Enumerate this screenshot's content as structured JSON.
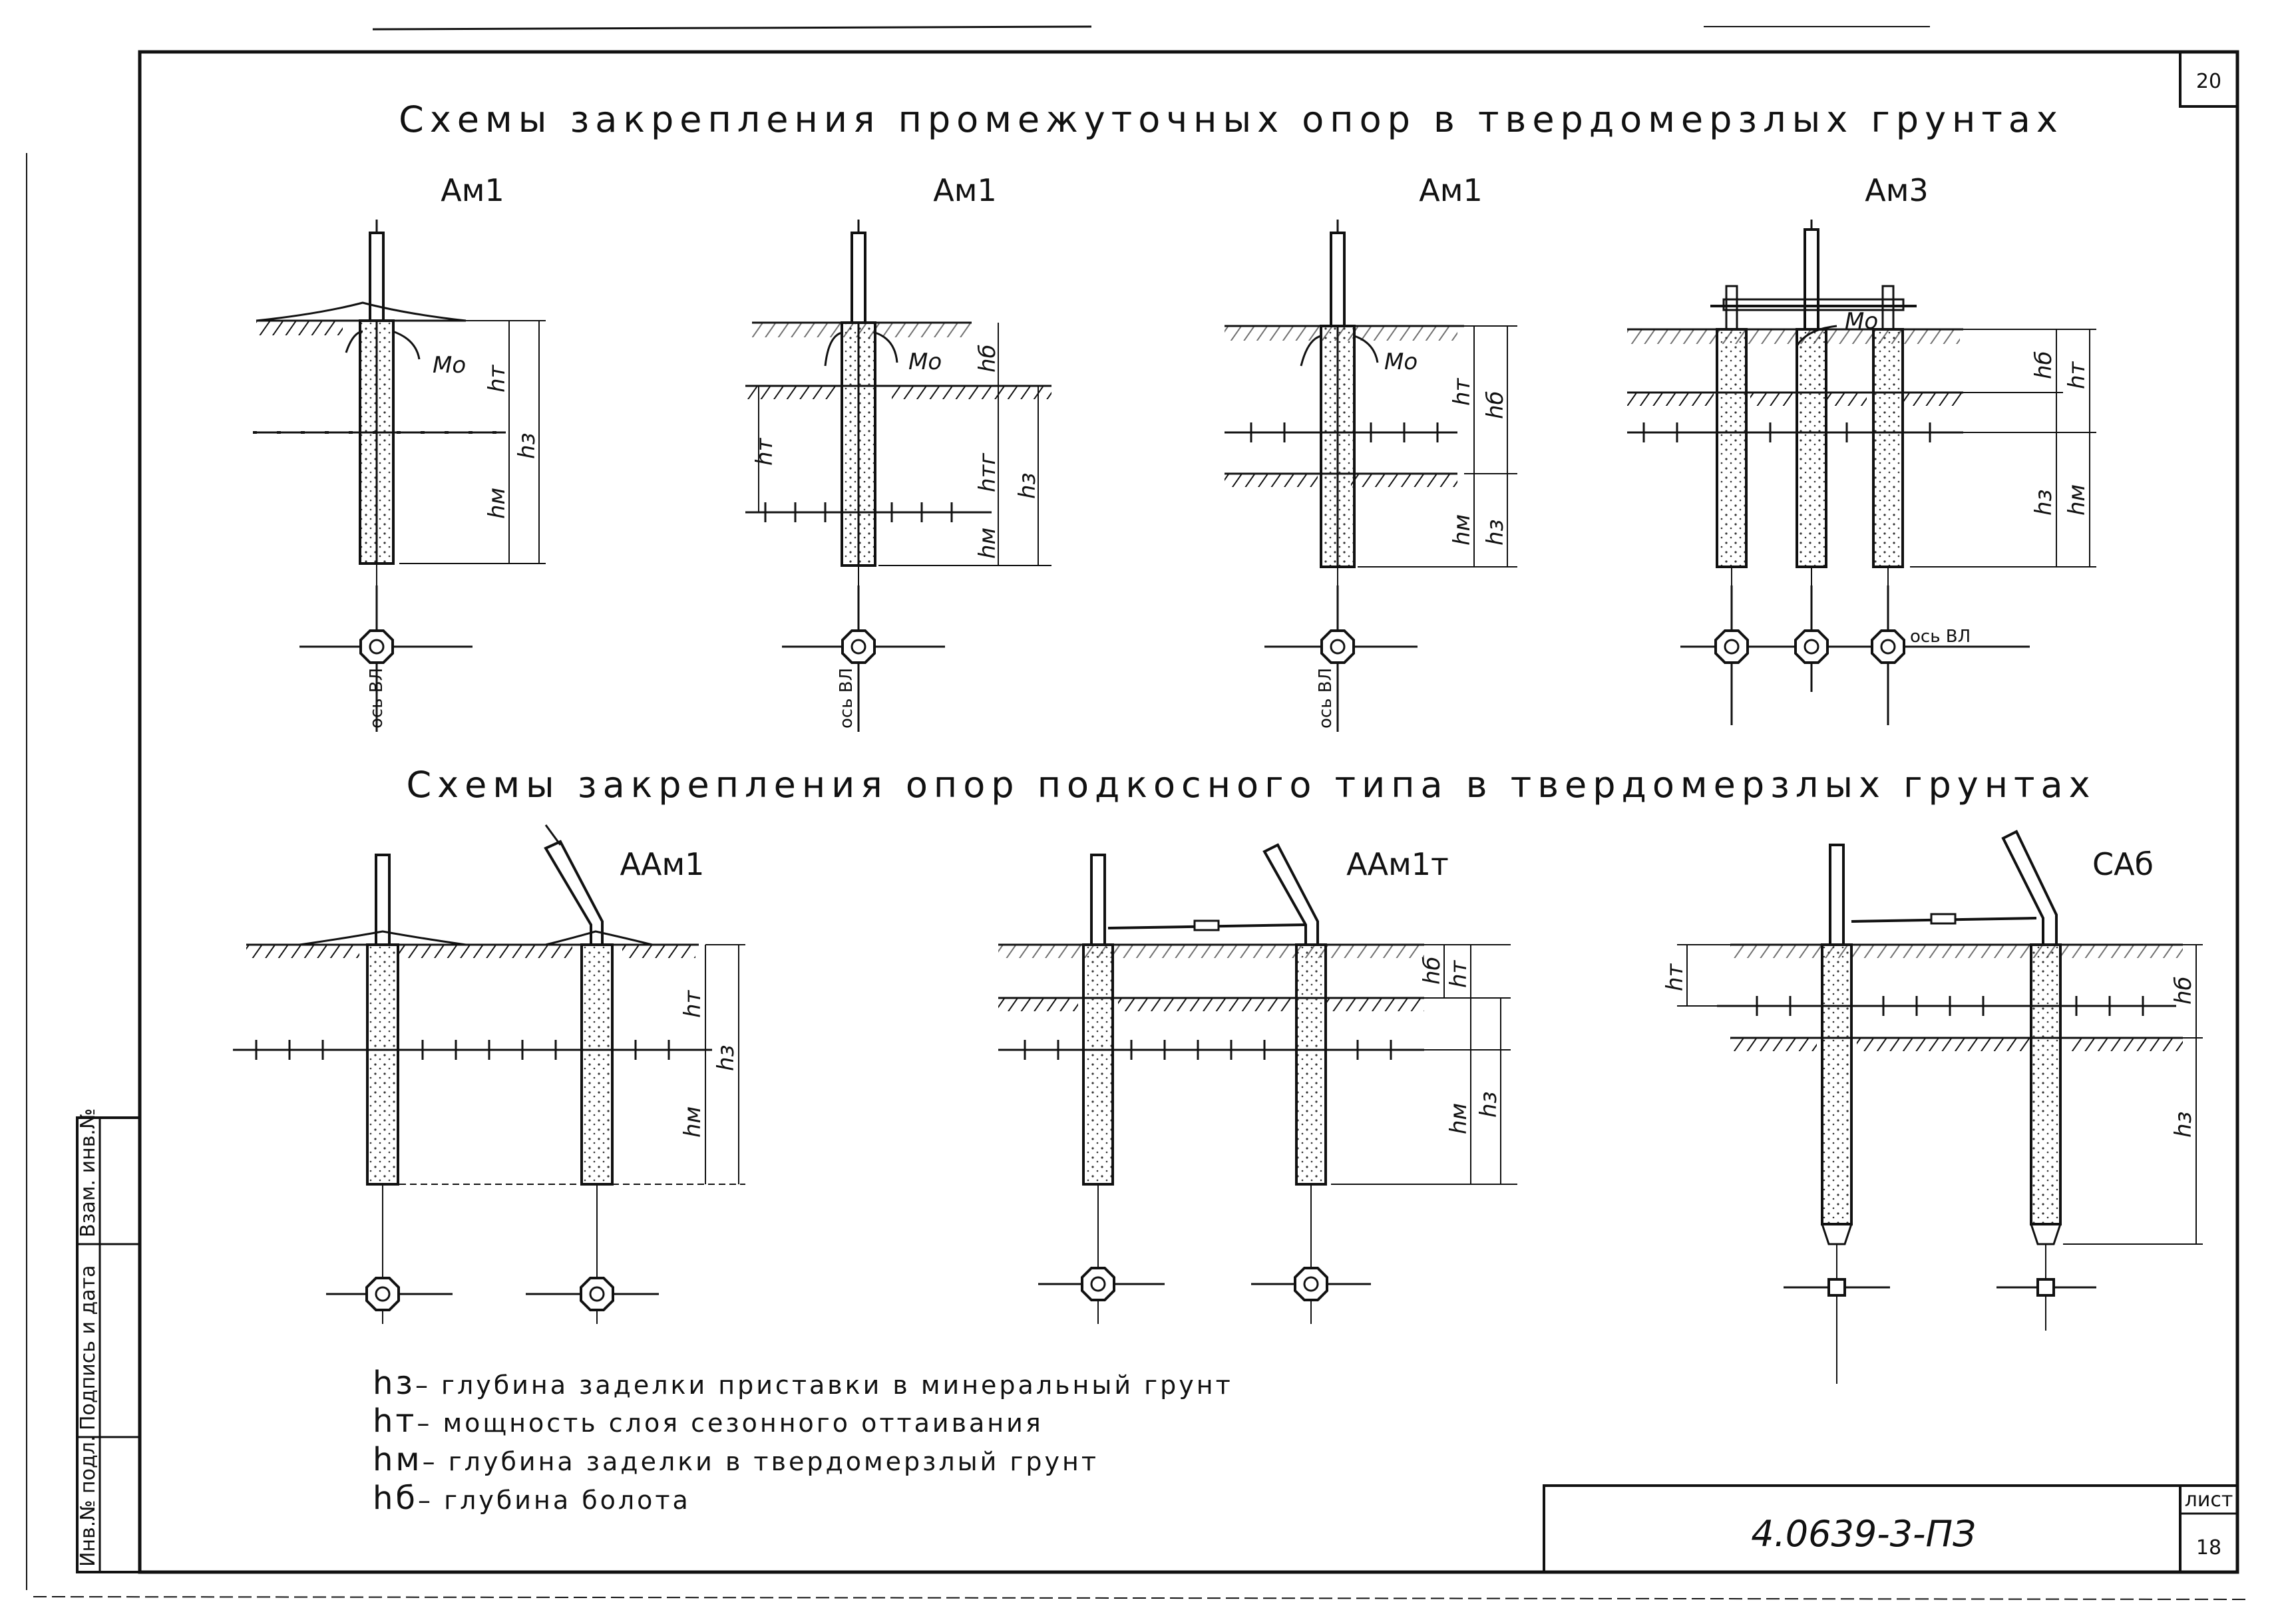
{
  "sheet": {
    "page_number_top": "20",
    "sheet_label": "лист",
    "sheet_number": "18",
    "document_code": "4.0639-3-ПЗ"
  },
  "titles": {
    "top": "Схемы закрепления промежуточных опор в твердомерзлых грунтах",
    "bottom": "Схемы закрепления опор подкосного типа в твердомерзлых грунтах"
  },
  "schemes_top": {
    "s1": {
      "name": "Ам1",
      "moment": "Mo",
      "h_t": "hт",
      "h_m": "hм",
      "h_z": "hз",
      "axis": "ось ВЛ"
    },
    "s2": {
      "name": "Ам1",
      "moment": "Mo",
      "h_b": "hб",
      "h_t": "hт",
      "h_tg": "hтг",
      "h_m": "hм",
      "h_z": "hз",
      "axis": "ось ВЛ"
    },
    "s3": {
      "name": "Ам1",
      "moment": "Mo",
      "h_t": "hт",
      "h_b": "hб",
      "h_m": "hм",
      "h_z": "hз",
      "axis": "ось ВЛ"
    },
    "s4": {
      "name": "Ам3",
      "moment": "Mo",
      "h_b": "hб",
      "h_t": "hт",
      "h_z": "hз",
      "h_m": "hм",
      "axis": "ось ВЛ"
    }
  },
  "schemes_bottom": {
    "s1": {
      "name": "ААм1",
      "h_t": "hт",
      "h_z": "hз",
      "h_m": "hм"
    },
    "s2": {
      "name": "ААм1т",
      "h_b": "hб",
      "h_t": "hт",
      "h_m": "hм",
      "h_z": "hз"
    },
    "s3": {
      "name": "САб",
      "h_t": "hт",
      "h_b": "hб",
      "h_z": "hз"
    }
  },
  "legend": [
    {
      "symbol": "hз",
      "text": "– глубина заделки приставки в минеральный грунт"
    },
    {
      "symbol": "hт",
      "text": "– мощность слоя сезонного оттаивания"
    },
    {
      "symbol": "hм",
      "text": "– глубина заделки в твердомерзлый грунт"
    },
    {
      "symbol": "hб",
      "text": "– глубина болота"
    }
  ],
  "stamp": {
    "inv_orig": "Инв.№ подл.",
    "sign_date": "Подпись и дата",
    "inv_replace": "Взам. инв.№"
  }
}
